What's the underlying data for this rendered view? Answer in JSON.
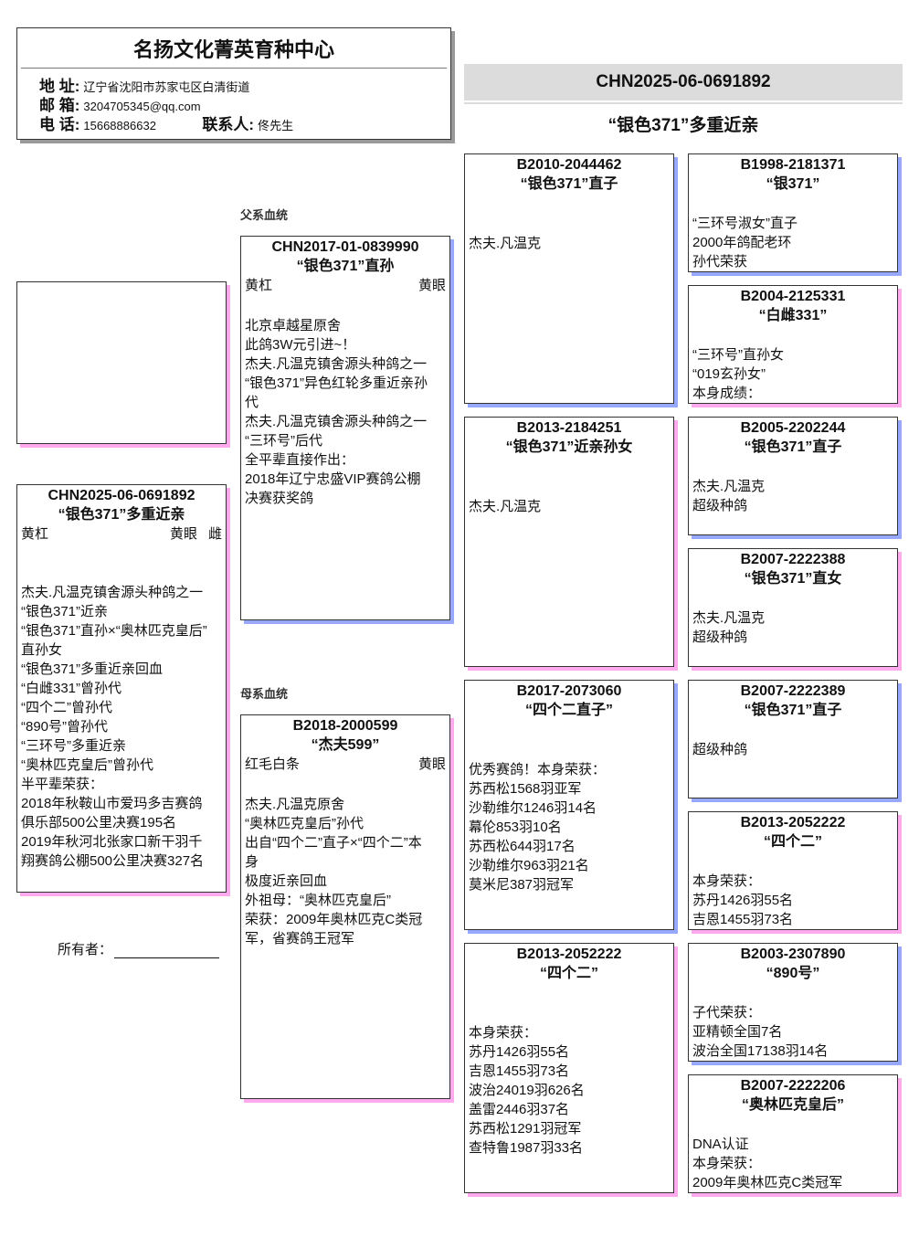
{
  "header": {
    "title": "名扬文化菁英育种中心",
    "address_label": "地 址:",
    "address": "辽宁省沈阳市苏家屯区白清街道",
    "email_label": "邮 箱:",
    "email": "3204705345@qq.com",
    "phone_label": "电 话:",
    "phone": "15668886632",
    "contact_label": "联系人:",
    "contact": "佟先生"
  },
  "banner": {
    "ring": "CHN2025-06-0691892",
    "name": "“银色371”多重近亲"
  },
  "sections": {
    "father": "父系血统",
    "mother": "母系血统"
  },
  "owner": {
    "label": "所有者："
  },
  "colors": {
    "male_shadow": "#99a8ff",
    "female_shadow": "#ffaaee"
  },
  "subject": {
    "ring": "CHN2025-06-0691892",
    "name": "“银色371”多重近亲",
    "color": "黄杠",
    "eye": "黄眼",
    "sex": "雌",
    "lines": [
      "杰夫.凡温克镇舍源头种鸽之一",
      "“银色371”近亲",
      "“银色371”直孙×“奥林匹克皇后”",
      "直孙女",
      "“银色371”多重近亲回血",
      "“白雌331”曾孙代",
      "“四个二”曾孙代",
      "“890号”曾孙代",
      "“三环号”多重近亲",
      "“奥林匹克皇后”曾孙代",
      "半平辈荣获：",
      "2018年秋鞍山市爱玛多吉赛鸽",
      "俱乐部500公里决赛195名",
      "2019年秋河北张家口新干羽千",
      "翔赛鸽公棚500公里决赛327名"
    ]
  },
  "father": {
    "ring": "CHN2017-01-0839990",
    "name": "“银色371”直孙",
    "color": "黄杠",
    "eye": "黄眼",
    "lines": [
      "北京卓越星原舍",
      "此鸽3W元引进~！",
      "杰夫.凡温克镇舍源头种鸽之一",
      "“银色371”异色红轮多重近亲孙",
      "代",
      "杰夫.凡温克镇舍源头种鸽之一",
      "“三环号”后代",
      "全平辈直接作出：",
      "2018年辽宁忠盛VIP赛鸽公棚",
      "决赛获奖鸽"
    ]
  },
  "mother": {
    "ring": "B2018-2000599",
    "name": "“杰夫599”",
    "color": "红毛白条",
    "eye": "黄眼",
    "lines": [
      "杰夫.凡温克原舍",
      "“奥林匹克皇后”孙代",
      "出自“四个二”直子×“四个二”本",
      "身",
      "极度近亲回血",
      "外祖母：“奥林匹克皇后”",
      "荣获：2009年奥林匹克C类冠",
      "军，省赛鸽王冠军"
    ]
  },
  "grandparents": [
    {
      "ring": "B2010-2044462",
      "name": "“银色371”直子",
      "sex": "male",
      "lines": [
        "杰夫.凡温克"
      ]
    },
    {
      "ring": "B2013-2184251",
      "name": "“银色371”近亲孙女",
      "sex": "female",
      "lines": [
        "杰夫.凡温克"
      ]
    },
    {
      "ring": "B2017-2073060",
      "name": "“四个二直子”",
      "sex": "male",
      "lines": [
        "优秀赛鸽！本身荣获：",
        "苏西松1568羽亚军",
        "沙勒维尔1246羽14名",
        "幕伦853羽10名",
        "苏西松644羽17名",
        "沙勒维尔963羽21名",
        "莫米尼387羽冠军"
      ]
    },
    {
      "ring": "B2013-2052222",
      "name": "“四个二”",
      "sex": "female",
      "lines": [
        "本身荣获：",
        "苏丹1426羽55名",
        "吉恩1455羽73名",
        "波治24019羽626名",
        "盖雷2446羽37名",
        "苏西松1291羽冠军",
        "查特鲁1987羽33名"
      ]
    }
  ],
  "great_grandparents": [
    {
      "ring": "B1998-2181371",
      "name": "“银371”",
      "sex": "male",
      "lines": [
        "“三环号淑女”直子",
        "2000年鸽配老环",
        "孙代荣获"
      ]
    },
    {
      "ring": "B2004-2125331",
      "name": "“白雌331”",
      "sex": "female",
      "lines": [
        "“三环号”直孙女",
        "“019玄孙女”",
        "本身成绩："
      ]
    },
    {
      "ring": "B2005-2202244",
      "name": "“银色371”直子",
      "sex": "male",
      "lines": [
        "杰夫.凡温克",
        "超级种鸽"
      ]
    },
    {
      "ring": "B2007-2222388",
      "name": "“银色371”直女",
      "sex": "female",
      "lines": [
        "杰夫.凡温克",
        "超级种鸽"
      ]
    },
    {
      "ring": "B2007-2222389",
      "name": "“银色371”直子",
      "sex": "male",
      "lines": [
        "超级种鸽"
      ]
    },
    {
      "ring": "B2013-2052222",
      "name": "“四个二”",
      "sex": "female",
      "lines": [
        "本身荣获：",
        "苏丹1426羽55名",
        "吉恩1455羽73名"
      ]
    },
    {
      "ring": "B2003-2307890",
      "name": "“890号”",
      "sex": "male",
      "lines": [
        "子代荣获：",
        "亚精顿全国7名",
        "波治全国17138羽14名"
      ]
    },
    {
      "ring": "B2007-2222206",
      "name": "“奥林匹克皇后”",
      "sex": "female",
      "lines": [
        "DNA认证",
        "本身荣获：",
        "2009年奥林匹克C类冠军"
      ]
    }
  ]
}
